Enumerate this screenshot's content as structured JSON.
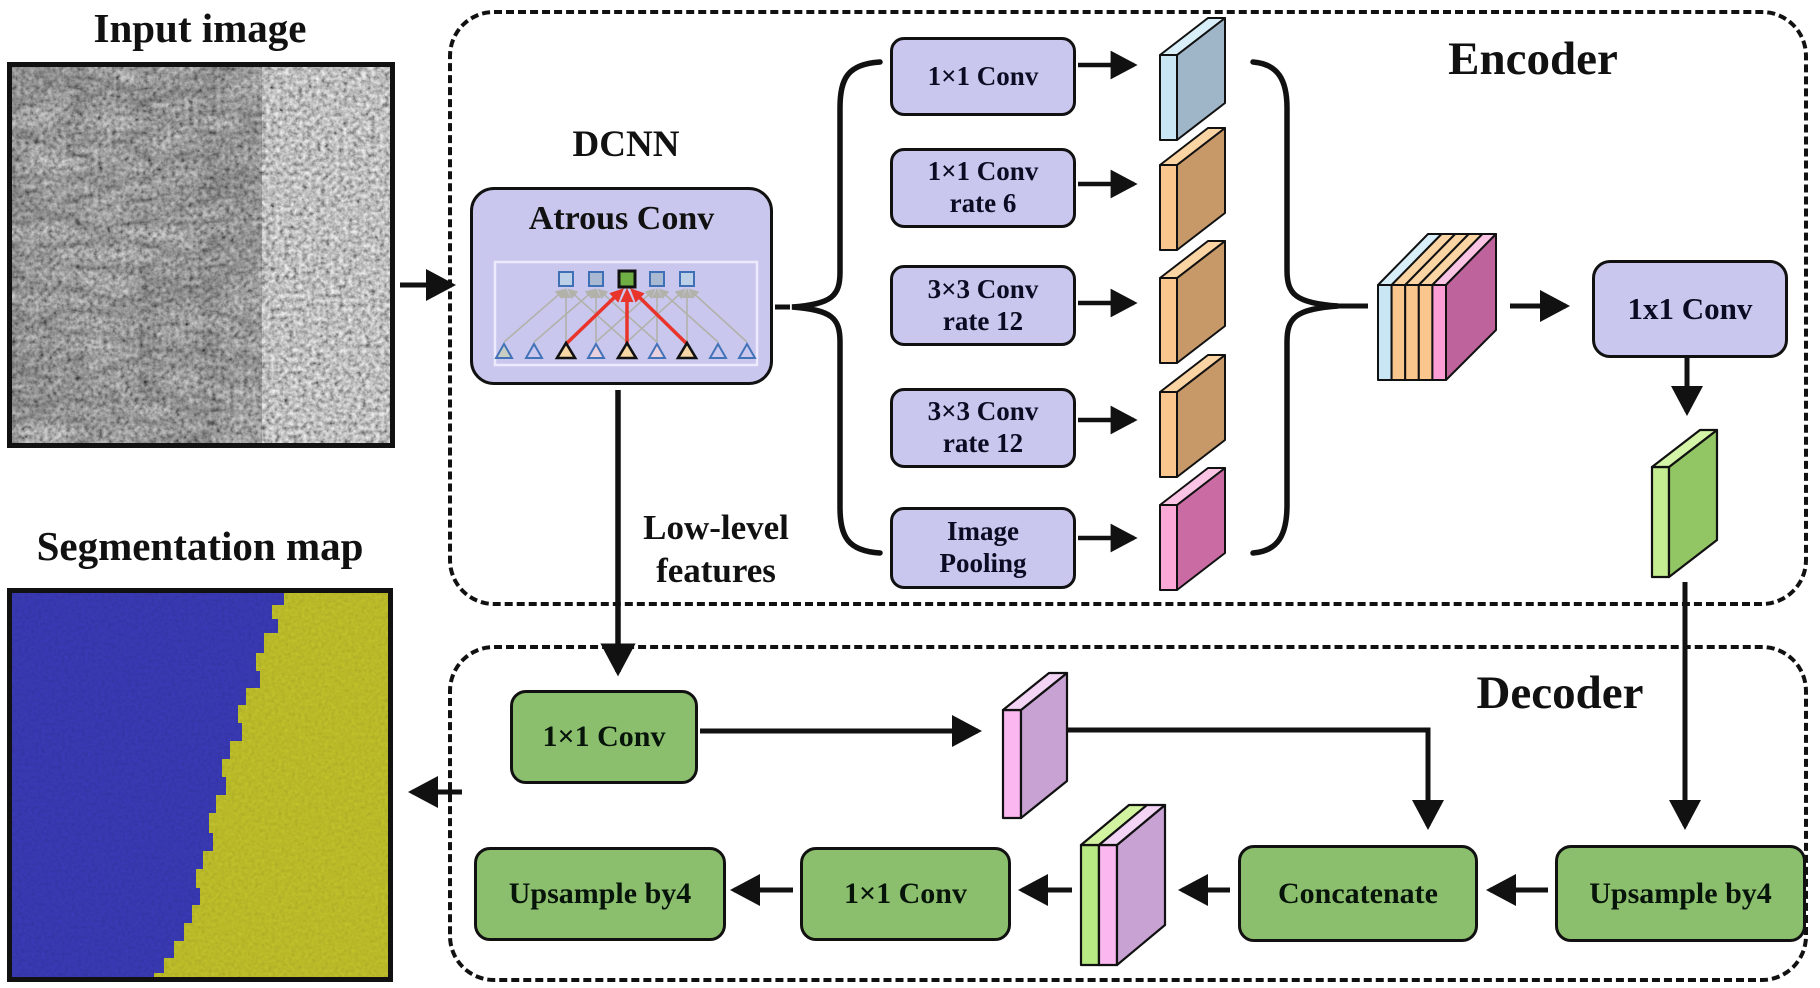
{
  "input_panel": {
    "title": "Input image"
  },
  "segmentation_panel": {
    "title": "Segmentation map"
  },
  "encoder": {
    "label": "Encoder",
    "dcnn_label": "DCNN",
    "atrous_label": "Atrous Conv",
    "branches": [
      {
        "line1": "1×1 Conv",
        "line2": ""
      },
      {
        "line1": "1×1 Conv",
        "line2": "rate 6"
      },
      {
        "line1": "3×3 Conv",
        "line2": "rate 12"
      },
      {
        "line1": "3×3 Conv",
        "line2": "rate 12"
      },
      {
        "line1": "Image",
        "line2": "Pooling"
      }
    ],
    "conv_1x1_label": "1x1 Conv"
  },
  "decoder": {
    "label": "Decoder",
    "low_level": {
      "line1": "Low-level",
      "line2": "features"
    },
    "conv_top_label": "1×1 Conv",
    "upsample_left_label": "Upsample by4",
    "conv_bottom_label": "1×1 Conv",
    "concatenate_label": "Concatenate",
    "upsample_right_label": "Upsample by4"
  },
  "colors": {
    "box_lavender": "#c9c7ed",
    "box_green": "#8cbf6d",
    "slab_blue_face": "#9fb6c9",
    "slab_blue_side": "#c9e6f5",
    "slab_orange_face": "#c79868",
    "slab_orange_side": "#f9c68e",
    "slab_pink_face": "#cb6ba3",
    "slab_pink_side": "#fbaad8",
    "slab_green_face": "#92c563",
    "slab_green_side": "#c4ed92",
    "slab_violet_face": "#c8a2d3",
    "slab_violet_side": "#fbb7ef",
    "block_right_face": "#bf639d",
    "seg_blue": "#3c3cbe",
    "seg_yellow": "#c9c92c",
    "atrous_green_node": "#6fae44",
    "atrous_red": "#e8342a",
    "atrous_tan_triangle": "#f6d7a5"
  }
}
